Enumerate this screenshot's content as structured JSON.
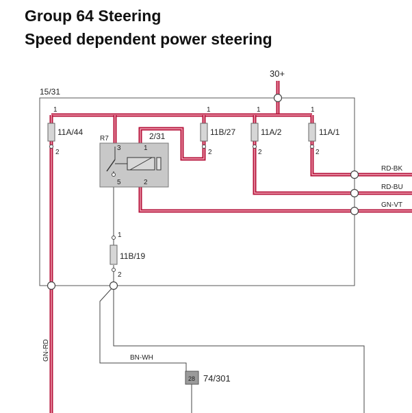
{
  "header": {
    "group": "Group 64 Steering",
    "subtitle": "Speed dependent power steering"
  },
  "supply": {
    "label": "30+",
    "box_label": "15/31"
  },
  "fuses": [
    {
      "id": "11A/44",
      "pin_top": "1",
      "pin_bottom": "2"
    },
    {
      "id": "11B/27",
      "pin_top": "1",
      "pin_bottom": "2"
    },
    {
      "id": "11A/2",
      "pin_top": "1",
      "pin_bottom": "2"
    },
    {
      "id": "11A/1",
      "pin_top": "1",
      "pin_bottom": "2"
    },
    {
      "id": "11B/19",
      "pin_top": "1",
      "pin_bottom": "2"
    }
  ],
  "relay": {
    "ref": "R7",
    "id": "2/31",
    "pins": {
      "p3": "3",
      "p5": "5",
      "p1": "1",
      "p2": "2"
    }
  },
  "wires": {
    "rd_bk": "RD-BK",
    "rd_bu": "RD-BU",
    "gn_vt": "GN-VT",
    "gn_rd": "GN-RD",
    "bn_wh": "BN-WH"
  },
  "connector": {
    "pin": "28",
    "id": "74/301"
  },
  "colors": {
    "wire_red": "#b5123a",
    "wire_pink": "#f3aab9",
    "box_grey": "#c8c8c8",
    "line": "#333333"
  }
}
